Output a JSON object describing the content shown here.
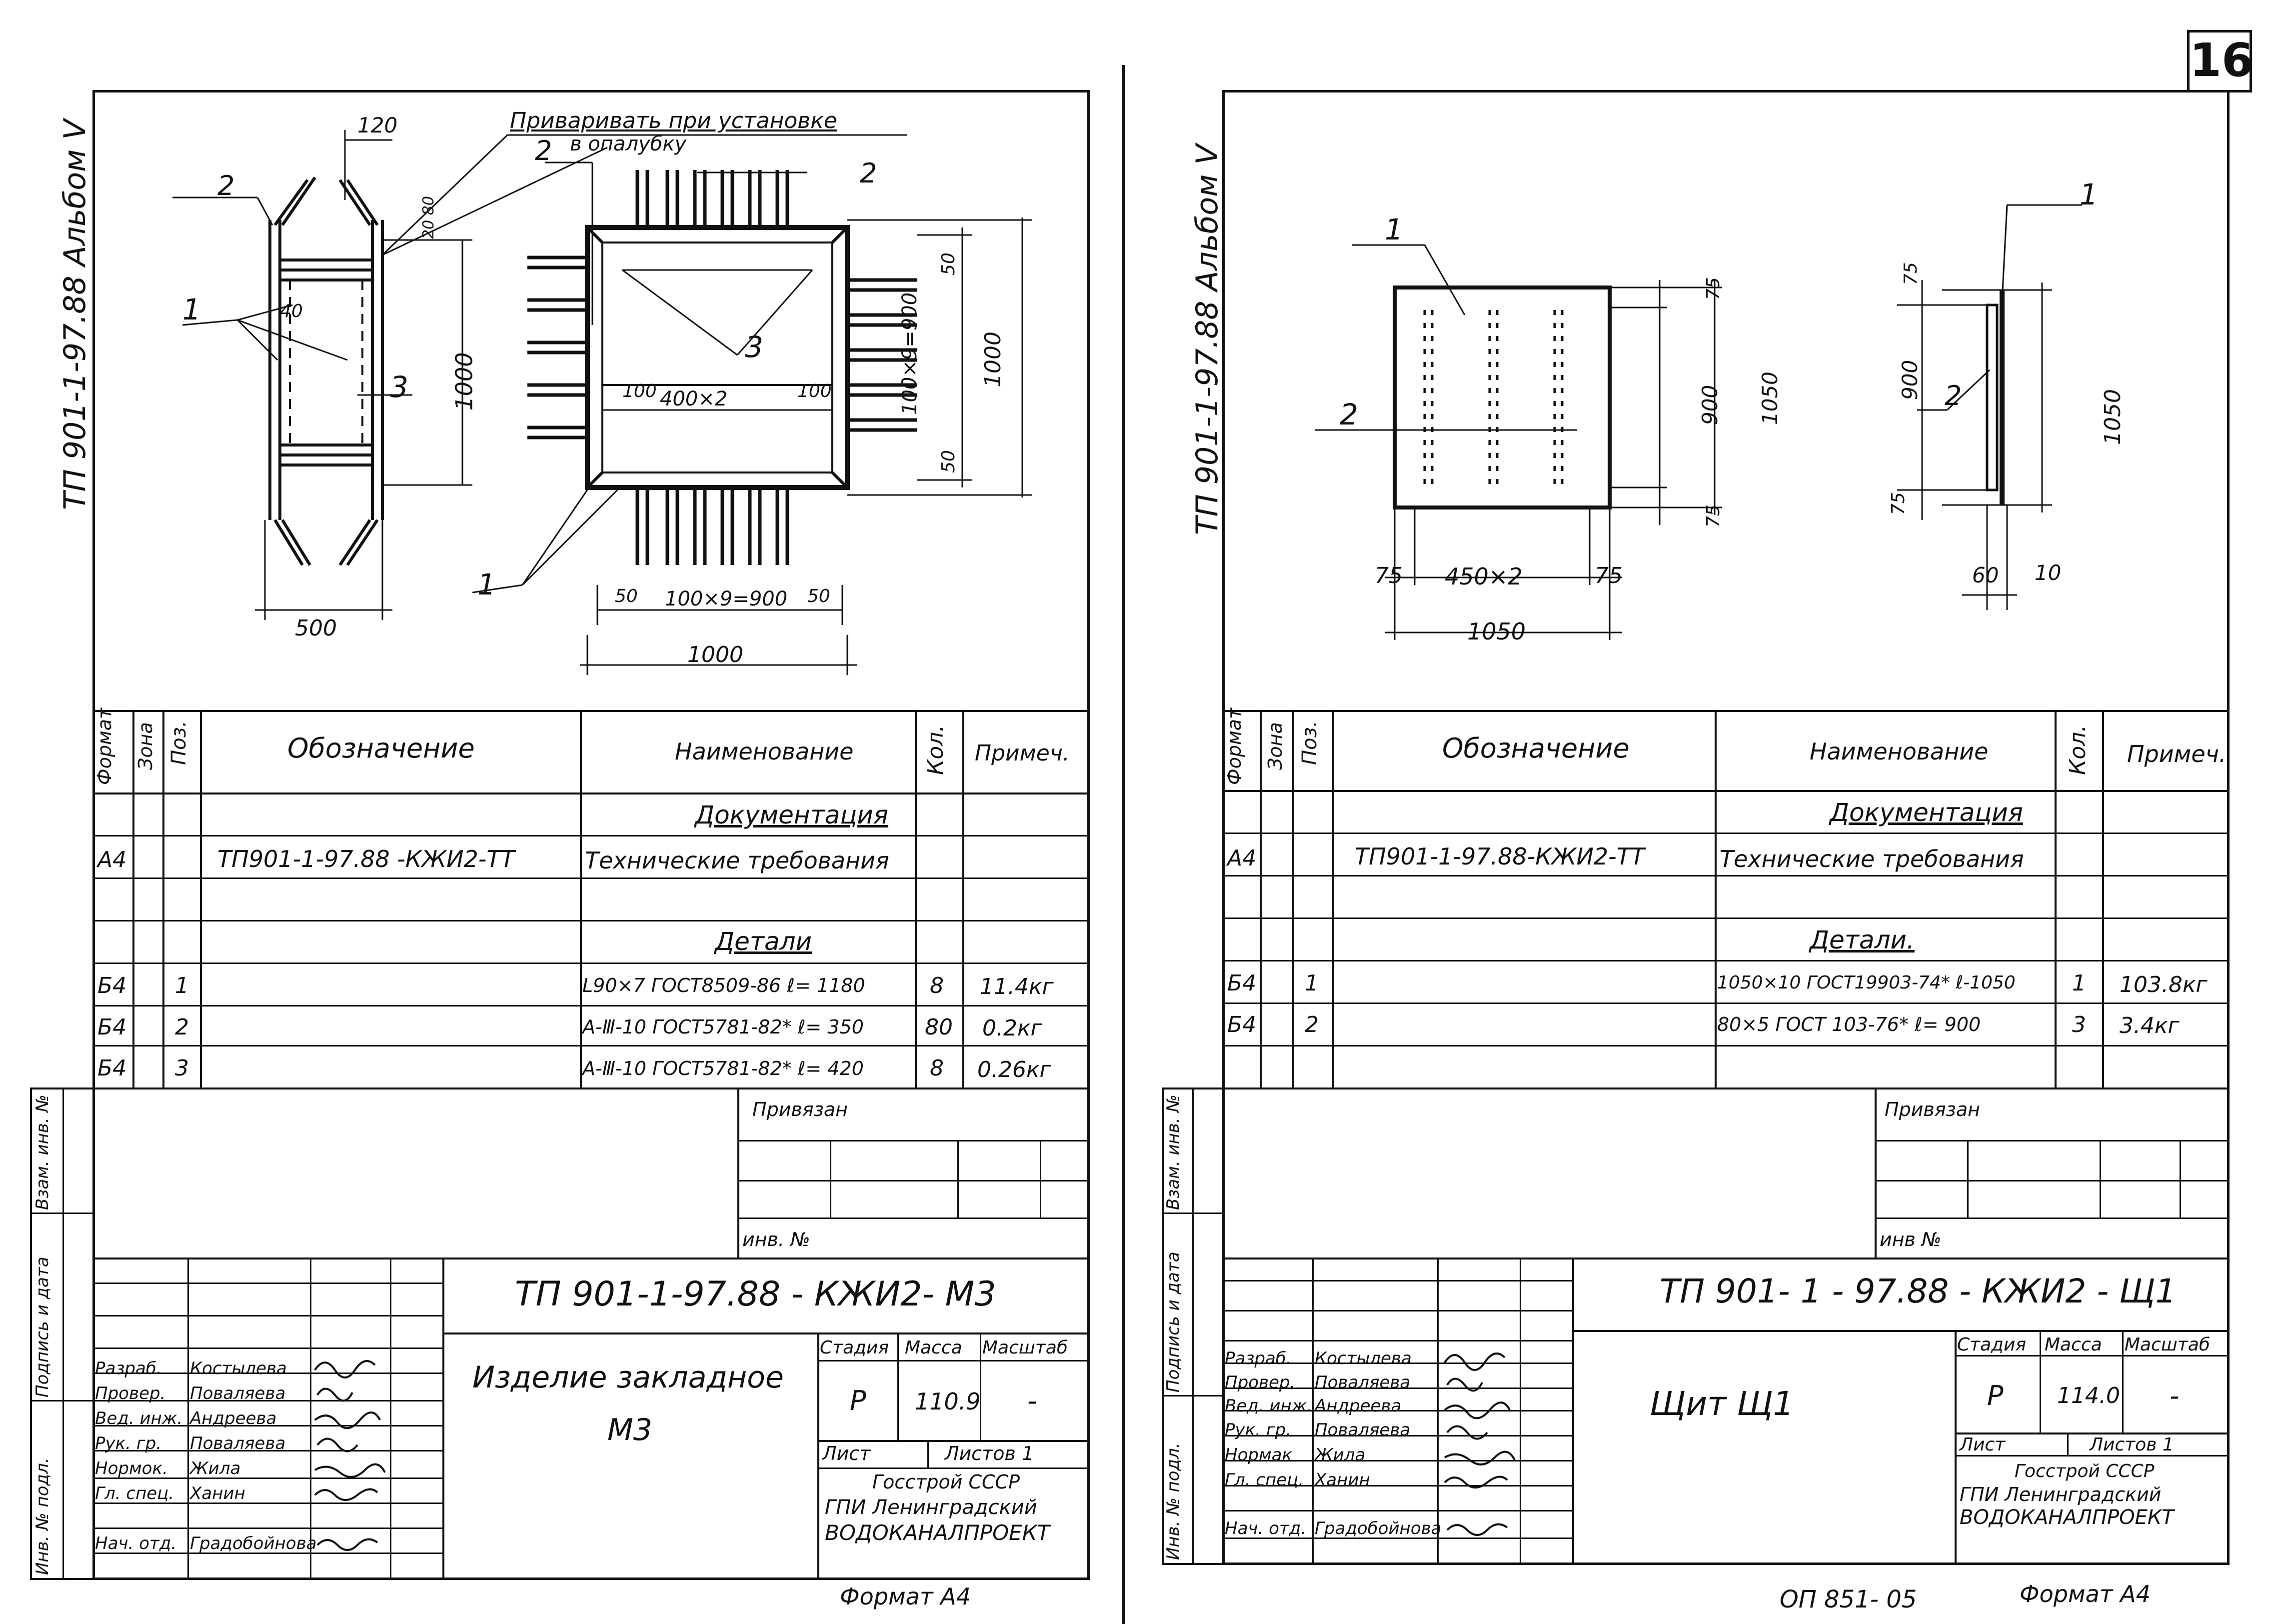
{
  "page_number": "16",
  "left": {
    "side_code": "ТП 901-1-97.88   Альбом V",
    "drawing": {
      "note": "Приваривать при установке",
      "note2": "в опалубку",
      "dims": {
        "d120": "120",
        "d2080": "20 80",
        "d40": "40",
        "d1000v": "1000",
        "d500": "500",
        "d100a": "100",
        "d400x2": "400×2",
        "d100b": "100",
        "d50a": "50",
        "d100x9v": "100×9=900",
        "d1000v2": "1000",
        "d50b": "50",
        "d50c": "50",
        "d100x9h": "100×9=900",
        "d50d": "50",
        "d1000h": "1000"
      },
      "labels": {
        "p2a": "2",
        "p2b": "2",
        "p2c": "2",
        "p1a": "1",
        "p1b": "1",
        "p3a": "3",
        "p3b": "3"
      }
    },
    "spec": {
      "headers": {
        "format": "Формат",
        "zone": "Зона",
        "pos": "Поз.",
        "designation": "Обозначение",
        "name": "Наименование",
        "qty": "Кол.",
        "note": "Примеч."
      },
      "section_doc": "Документация",
      "doc_row": {
        "format": "А4",
        "designation": "ТП901-1-97.88 -КЖИ2-ТТ",
        "name": "Технические   требования"
      },
      "section_parts": "Детали",
      "rows": [
        {
          "format": "Б4",
          "pos": "1",
          "name": "L90×7  ГОСТ8509-86  ℓ= 1180",
          "qty": "8",
          "note": "11.4кг"
        },
        {
          "format": "Б4",
          "pos": "2",
          "name": "А-Ⅲ-10  ГОСТ5781-82*  ℓ= 350",
          "qty": "80",
          "note": "0.2кг"
        },
        {
          "format": "Б4",
          "pos": "3",
          "name": "А-Ⅲ-10  ГОСТ5781-82*  ℓ= 420",
          "qty": "8",
          "note": "0.26кг"
        }
      ]
    },
    "stamp": {
      "privyazan": "Привязан",
      "inv_no": "инв. №",
      "code": "ТП 901-1-97.88 - КЖИ2- М3",
      "title_line1": "Изделие    закладное",
      "title_line2": "М3",
      "stage_h": "Стадия",
      "mass_h": "Масса",
      "scale_h": "Масштаб",
      "stage": "Р",
      "mass": "110.9",
      "scale": "-",
      "sheet": "Лист",
      "sheets": "Листов 1",
      "org1": "Госстрой  СССР",
      "org2": "ГПИ  Ленинградский",
      "org3": "ВОДОКАНАЛПРОЕКТ",
      "roles": [
        {
          "role": "Разраб.",
          "name": "Костылева"
        },
        {
          "role": "Провер.",
          "name": "Поваляева"
        },
        {
          "role": "Вед. инж.",
          "name": "Андреева"
        },
        {
          "role": "Рук. гр.",
          "name": "Поваляева"
        },
        {
          "role": "Нормок.",
          "name": "Жила"
        },
        {
          "role": "Гл. спец.",
          "name": "Ханин"
        },
        {
          "role": "Нач. отд.",
          "name": "Градобойнова"
        }
      ],
      "side_labels": [
        "Инв. № подл.",
        "Подпись и дата",
        "Взам. инв. №"
      ]
    },
    "format_label": "Формат  А4"
  },
  "right": {
    "side_code": "ТП 901-1-97.88   Альбом V",
    "drawing": {
      "labels": {
        "p1a": "1",
        "p1b": "1",
        "p2a": "2",
        "p2b": "2"
      },
      "dims": {
        "d75a": "75",
        "d900a": "900",
        "d1050a": "1050",
        "d75b": "75",
        "d75c": "75",
        "d450x2": "450×2",
        "d75d": "75",
        "d1050h": "1050",
        "d75e": "75",
        "d900b": "900",
        "d1050b": "1050",
        "d75f": "75",
        "d60": "60",
        "d10": "10"
      }
    },
    "spec": {
      "headers": {
        "format": "Формат",
        "zone": "Зона",
        "pos": "Поз.",
        "designation": "Обозначение",
        "name": "Наименование",
        "qty": "Кол.",
        "note": "Примеч."
      },
      "section_doc": "Документация",
      "doc_row": {
        "format": "А4",
        "designation": "ТП901-1-97.88-КЖИ2-ТТ",
        "name": "Технические   требования"
      },
      "section_parts": "Детали.",
      "rows": [
        {
          "format": "Б4",
          "pos": "1",
          "name": "1050×10  ГОСТ19903-74*  ℓ-1050",
          "qty": "1",
          "note": "103.8кг"
        },
        {
          "format": "Б4",
          "pos": "2",
          "name": "80×5  ГОСТ 103-76*  ℓ= 900",
          "qty": "3",
          "note": "3.4кг"
        }
      ]
    },
    "stamp": {
      "privyazan": "Привязан",
      "inv_no": "инв  №",
      "code": "ТП 901- 1 - 97.88 - КЖИ2 - Щ1",
      "title_line1": "Щит   Щ1",
      "stage_h": "Стадия",
      "mass_h": "Масса",
      "scale_h": "Масштаб",
      "stage": "Р",
      "mass": "114.0",
      "scale": "-",
      "sheet": "Лист",
      "sheets": "Листов 1",
      "org1": "Госстрой  СССР",
      "org2": "ГПИ  Ленинградский",
      "org3": "ВОДОКАНАЛПРОЕКТ",
      "roles": [
        {
          "role": "Разраб.",
          "name": "Костылева"
        },
        {
          "role": "Провер.",
          "name": "Поваляева"
        },
        {
          "role": "Вед. инж.",
          "name": "Андреева"
        },
        {
          "role": "Рук. гр.",
          "name": "Поваляева"
        },
        {
          "role": "Нормак",
          "name": "Жила"
        },
        {
          "role": "Гл. спец.",
          "name": "Ханин"
        },
        {
          "role": "Нач. отд.",
          "name": "Градобойнова"
        }
      ],
      "side_labels": [
        "Инв. № подл.",
        "Подпись и дата",
        "Взам. инв. №"
      ]
    },
    "bottom_code": "ОП 851- 05",
    "format_label": "Формат  А4"
  }
}
